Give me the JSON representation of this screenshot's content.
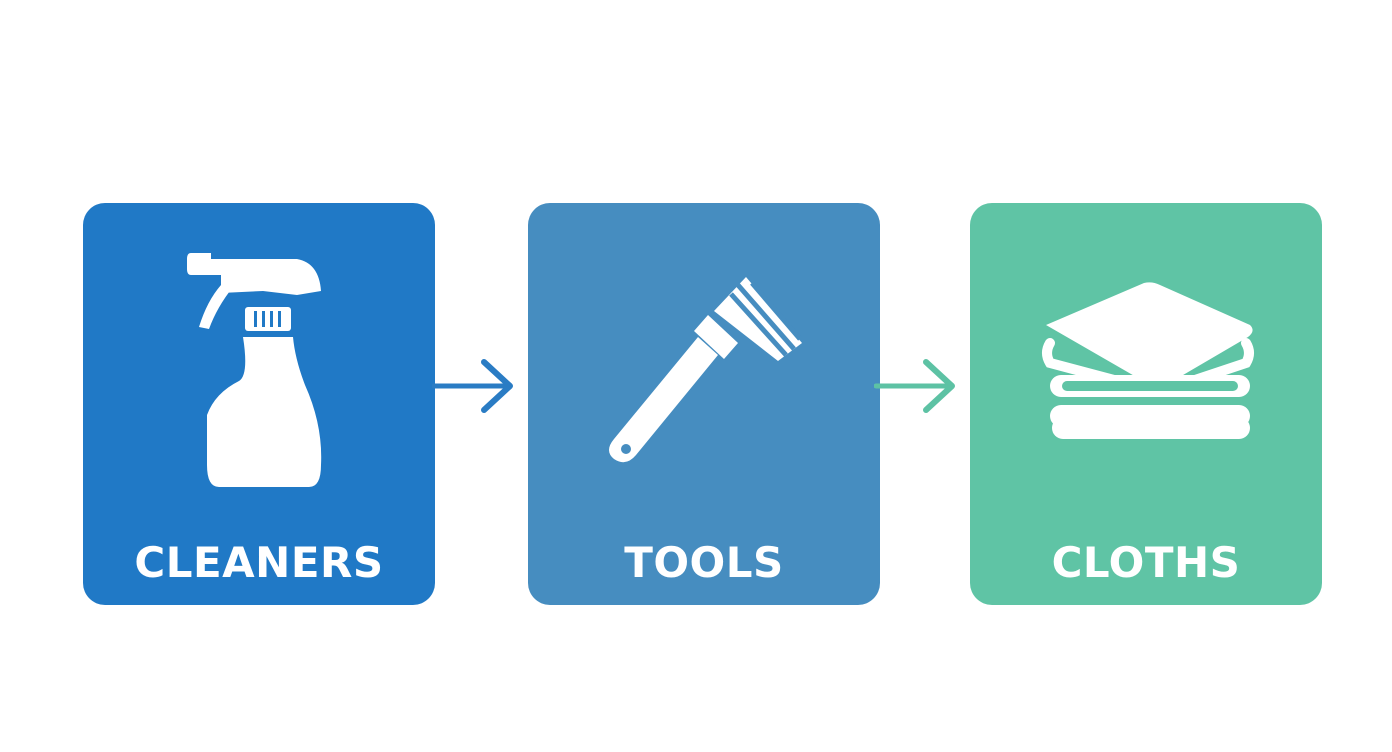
{
  "steps": [
    {
      "label": "CLEANERS",
      "icon": "spray-bottle-icon",
      "color": "#2079c6"
    },
    {
      "label": "TOOLS",
      "icon": "brush-icon",
      "color": "#468dc0"
    },
    {
      "label": "CLOTHS",
      "icon": "folded-cloths-icon",
      "color": "#5fc4a5"
    }
  ],
  "arrow_colors": [
    "#2a7cc4",
    "#5dc2a4"
  ]
}
